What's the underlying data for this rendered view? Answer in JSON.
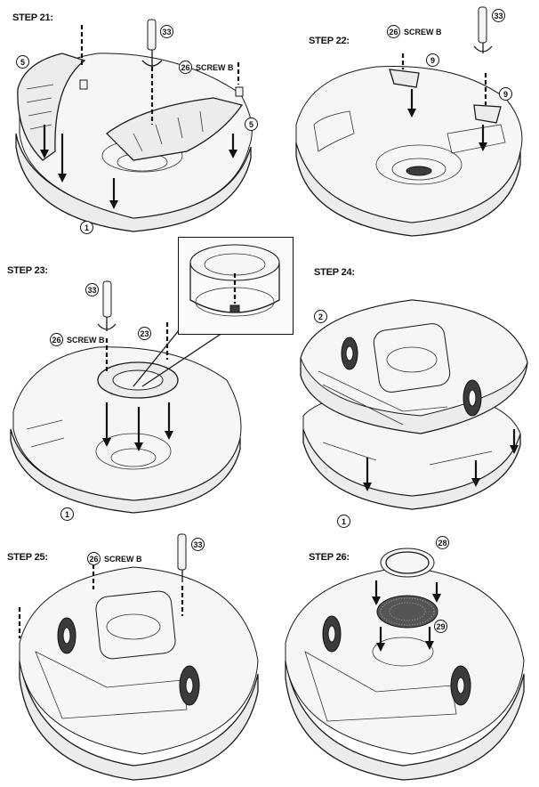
{
  "steps": [
    {
      "label": "STEP 21:",
      "callouts": {
        "screw_part": "26",
        "screw_label": "SCREW B",
        "tool": "33",
        "part_left": "5",
        "part_right": "5",
        "base": "1"
      }
    },
    {
      "label": "STEP 22:",
      "callouts": {
        "screw_part": "26",
        "screw_label": "SCREW B",
        "tool": "33",
        "part_top": "9",
        "part_bottom": "9"
      }
    },
    {
      "label": "STEP 23:",
      "callouts": {
        "tool": "33",
        "screw_part": "26",
        "screw_label": "SCREW B",
        "ring": "23",
        "base": "1"
      }
    },
    {
      "label": "STEP 24:",
      "callouts": {
        "top": "2",
        "base": "1"
      }
    },
    {
      "label": "STEP 25:",
      "callouts": {
        "screw_part": "26",
        "screw_label": "SCREW B",
        "tool": "33"
      }
    },
    {
      "label": "STEP 26:",
      "callouts": {
        "ring": "28",
        "filter": "29"
      }
    }
  ]
}
